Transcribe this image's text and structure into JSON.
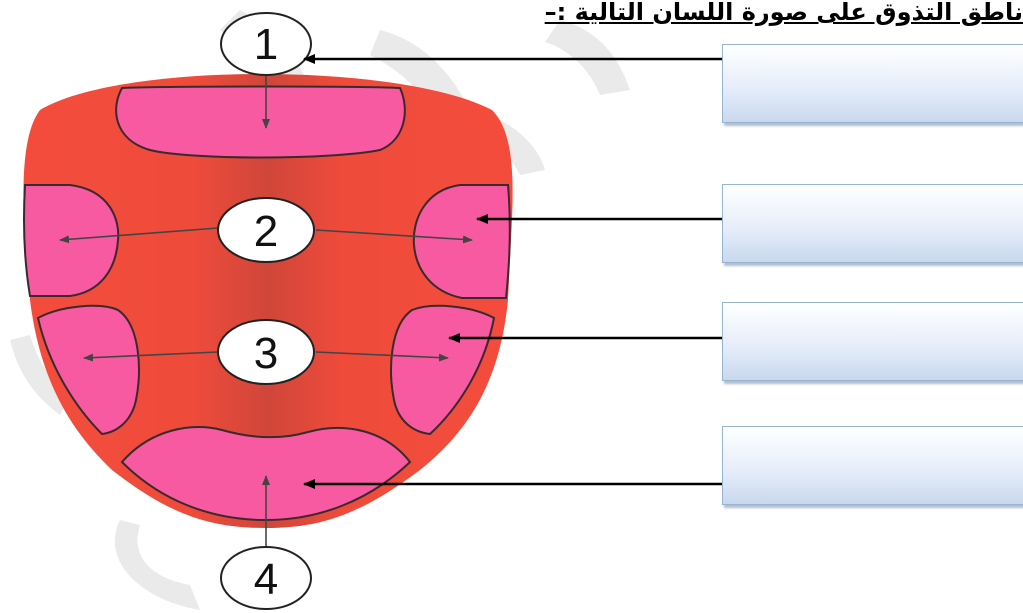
{
  "heading": "ناطق التذوق على صورة اللسان التالية :–",
  "region_numbers": [
    "1",
    "2",
    "3",
    "4"
  ],
  "answer_boxes": [
    "",
    "",
    "",
    ""
  ],
  "colors": {
    "tongue": "#f44c3c",
    "tongue_center": "#d2473a",
    "taste_region": "#f85aa2",
    "outline": "#3a2a2e",
    "box_fill": "#dde7f6",
    "box_border": "#98b4d4"
  }
}
